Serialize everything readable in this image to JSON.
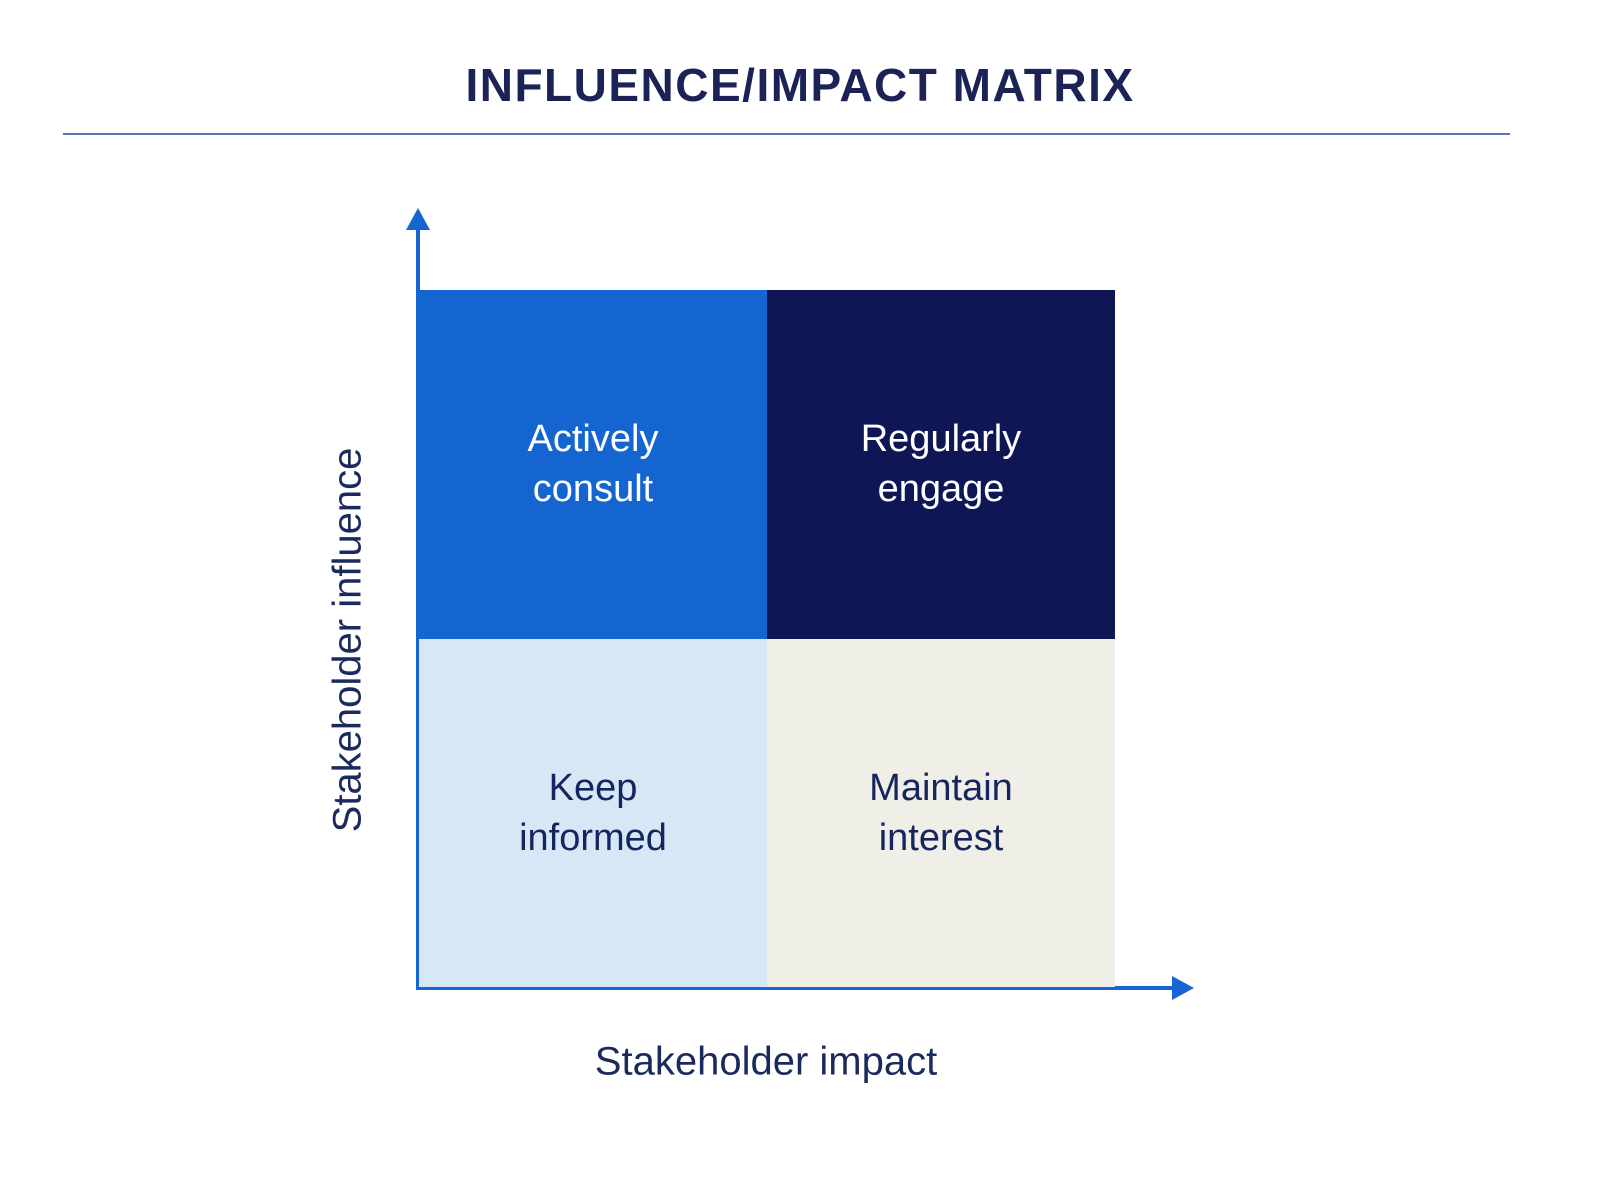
{
  "page": {
    "title": "INFLUENCE/IMPACT MATRIX"
  },
  "colors": {
    "title_text": "#1b2256",
    "divider": "#5578b5",
    "axis": "#1565d2",
    "axis_label_text": "#1b2a5e"
  },
  "matrix": {
    "type": "2x2-quadrant-matrix",
    "x_axis_label": "Stakeholder impact",
    "y_axis_label": "Stakeholder influence",
    "quadrants": [
      {
        "position": "top-left",
        "x": "low impact",
        "y": "high influence",
        "label": "Actively consult",
        "color": "#1465cf",
        "text_color": "#ffffff"
      },
      {
        "position": "top-right",
        "x": "high impact",
        "y": "high influence",
        "label": "Regularly engage",
        "color": "#0e1656",
        "text_color": "#ffffff"
      },
      {
        "position": "bottom-left",
        "x": "low impact",
        "y": "low influence",
        "label": "Keep informed",
        "color": "#d6e7f6",
        "text_color": "#16255d"
      },
      {
        "position": "bottom-right",
        "x": "high impact",
        "y": "low influence",
        "label": "Maintain interest",
        "color": "#efeee7",
        "text_color": "#16255d"
      }
    ]
  }
}
